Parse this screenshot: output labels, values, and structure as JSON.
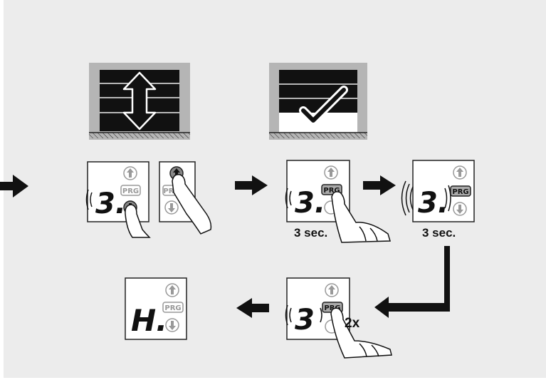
{
  "steps": {
    "step1": {
      "digit": "3.",
      "prg": "PRG"
    },
    "step1b": {
      "prg": "PRG"
    },
    "step2": {
      "digit": "3.",
      "prg": "PRG",
      "duration": "3 sec."
    },
    "step3": {
      "digit": "3.",
      "prg": "PRG",
      "duration": "3 sec."
    },
    "step4": {
      "digit": "3",
      "prg": "PRG",
      "repeat": "2x"
    },
    "step5": {
      "digit": "H.",
      "prg": "PRG"
    }
  },
  "icons": [
    "arrow-right-icon",
    "double-arrow-up-down-icon",
    "checkmark-icon",
    "finger-press-icon",
    "sound-wave-icon",
    "up-arrow-button-icon",
    "down-arrow-button-icon"
  ],
  "colors": {
    "background": "#ececec",
    "door": "#111111",
    "wall": "#b5b5b5",
    "prg_button": "#9a9a9a"
  }
}
